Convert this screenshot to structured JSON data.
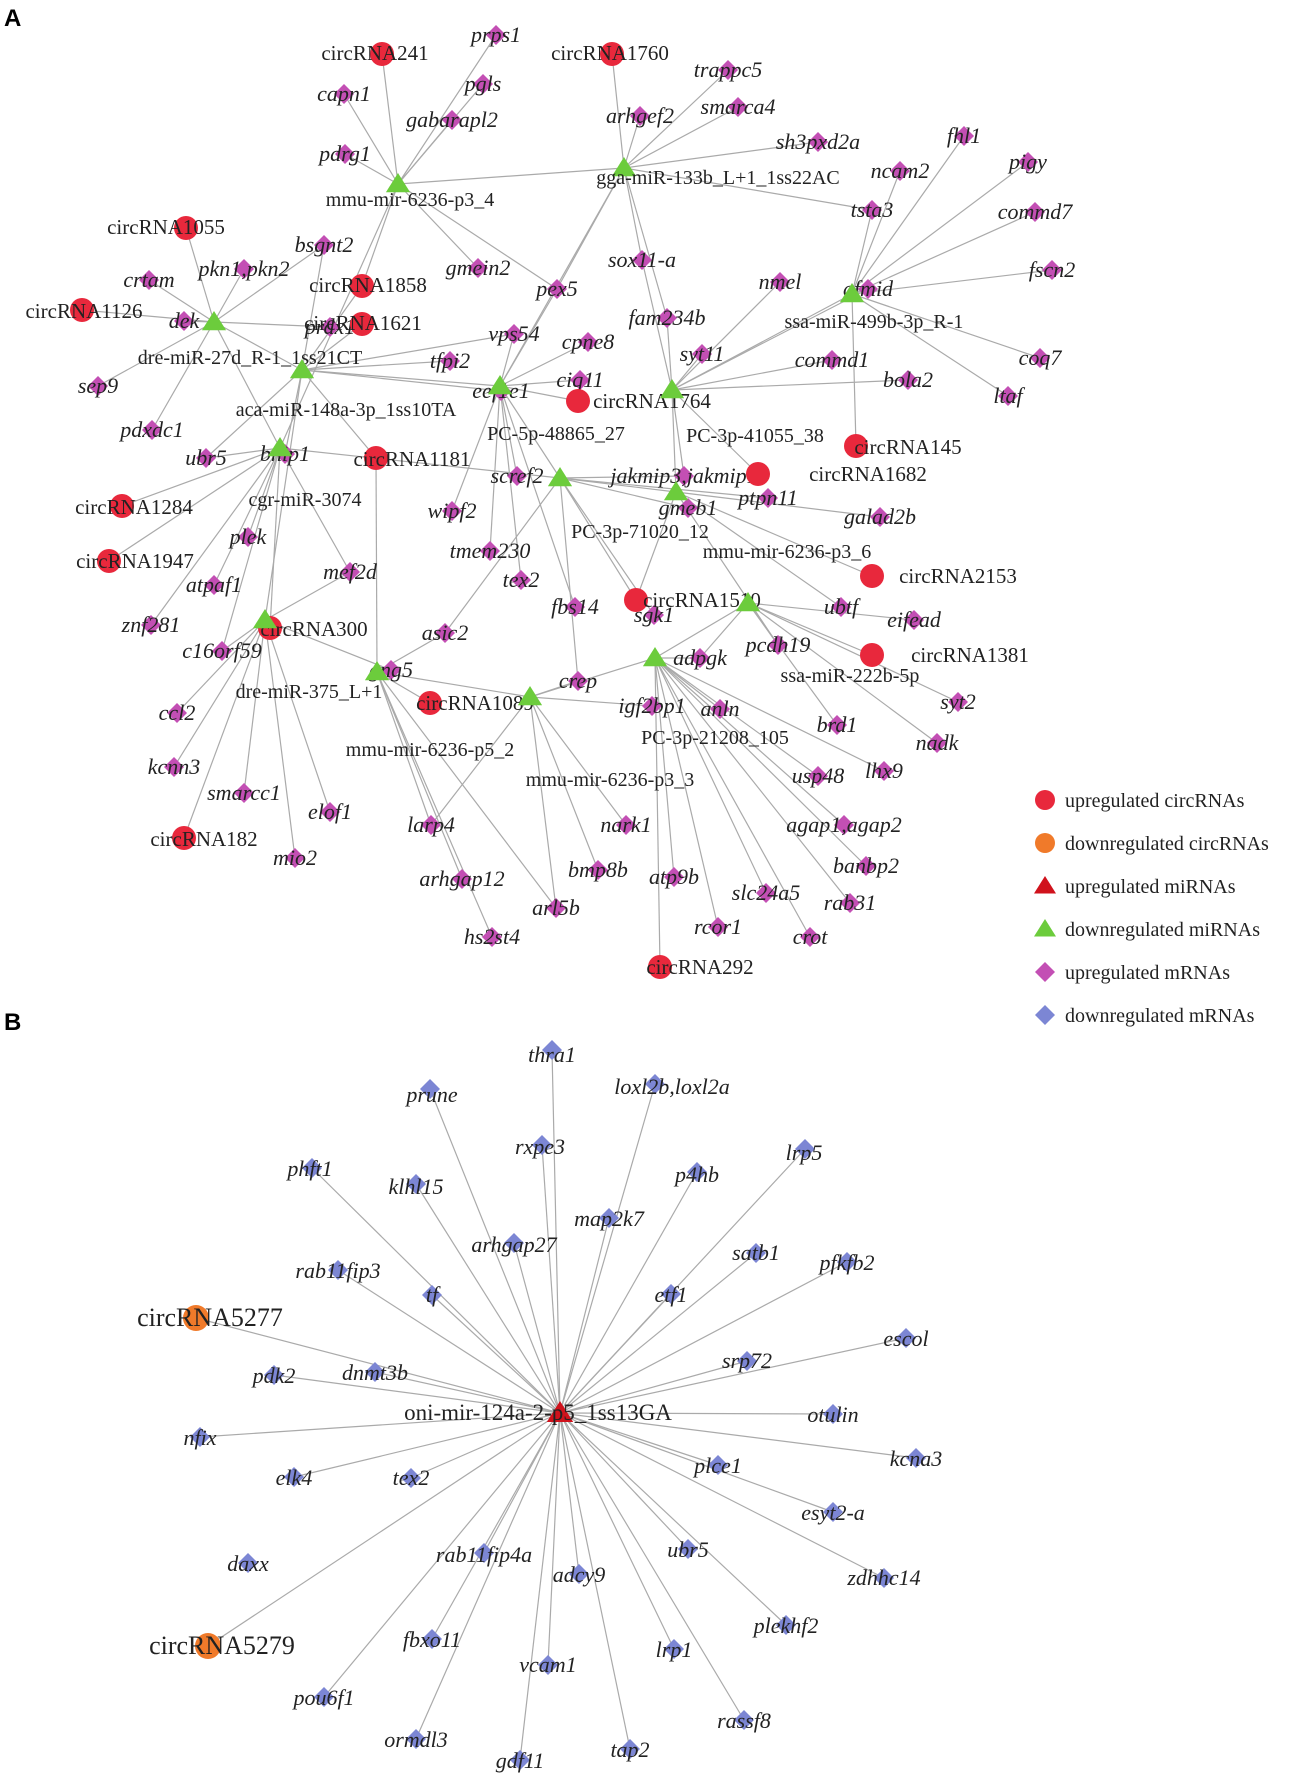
{
  "panels": [
    "A",
    "B"
  ],
  "colors": {
    "up_circ": "#e8283c",
    "down_circ": "#f07a2a",
    "up_mir": "#d0121c",
    "down_mir": "#6ccc3c",
    "up_mrna": "#c34fb4",
    "down_mrna": "#7c86d4",
    "edge": "#aaaaaa"
  },
  "legend": [
    {
      "label": "upregulated circRNAs",
      "shape": "circle",
      "color": "up_circ"
    },
    {
      "label": "downregulated circRNAs",
      "shape": "circle",
      "color": "down_circ"
    },
    {
      "label": "upregulated miRNAs",
      "shape": "triangle",
      "color": "up_mir"
    },
    {
      "label": "downregulated miRNAs",
      "shape": "triangle",
      "color": "down_mir"
    },
    {
      "label": "upregulated mRNAs",
      "shape": "diamond",
      "color": "up_mrna"
    },
    {
      "label": "downregulated mRNAs",
      "shape": "diamond",
      "color": "down_mrna"
    }
  ],
  "panel_a": {
    "mirnas": [
      "mmu-mir-6236-p3_4",
      "gga-miR-133b_L+1_1ss22AC",
      "ssa-miR-499b-3p_R-1",
      "dre-miR-27d_R-1_1ss21CT",
      "aca-miR-148a-3p_1ss10TA",
      "cgr-miR-3074",
      "PC-5p-48865_27",
      "PC-3p-41055_38",
      "PC-3p-71020_12",
      "mmu-mir-6236-p3_6",
      "dre-miR-375_L+1",
      "mmu-mir-6236-p5_2",
      "mmu-mir-6236-p3_3",
      "PC-3p-21208_105",
      "ssa-miR-222b-5p"
    ],
    "circrnas": [
      "circRNA241",
      "circRNA1760",
      "circRNA1055",
      "circRNA1858",
      "circRNA1126",
      "circRNA1621",
      "circRNA1764",
      "circRNA145",
      "circRNA1181",
      "circRNA1682",
      "circRNA1284",
      "circRNA1947",
      "circRNA2153",
      "circRNA1510",
      "circRNA300",
      "circRNA1381",
      "circRNA1089",
      "circRNA182",
      "circRNA292"
    ],
    "genes": [
      "prps1",
      "capn1",
      "pgls",
      "gabarapl2",
      "pdrg1",
      "trappc5",
      "arhgef2",
      "smarca4",
      "sh3pxd2a",
      "fhl1",
      "ncam2",
      "pigy",
      "tsta3",
      "commd7",
      "fscn2",
      "bsgnt2",
      "crtam",
      "pkn1,pkn2",
      "gmein2",
      "sox11-a",
      "pex5",
      "dek",
      "nmel",
      "afmid",
      "prdx1",
      "vps54",
      "fam234b",
      "coq7",
      "sep9",
      "tfpi2",
      "cpne8",
      "syt11",
      "commd1",
      "ltaf",
      "eef1e1",
      "ciq11",
      "bola2",
      "pdxdc1",
      "ubr5",
      "bnip1",
      "scref2",
      "jakmip3,jakmip1",
      "wipf2",
      "gmeb1",
      "ptpn11",
      "plek",
      "galad2b",
      "mef2d",
      "tmem230",
      "atpaf1",
      "tex2",
      "fbs14",
      "sgk1",
      "ubtf",
      "znf281",
      "c16orf59",
      "eifead",
      "asic2",
      "gng5",
      "pcdh19",
      "adpgk",
      "crep",
      "igf2bp1",
      "anln",
      "brd1",
      "syt2",
      "ccl2",
      "nadk",
      "kcnn3",
      "lhx9",
      "usp48",
      "smarcc1",
      "elof1",
      "larp4",
      "nark1",
      "agap1,agap2",
      "bmp8b",
      "mio2",
      "arhgap12",
      "atp9b",
      "banbp2",
      "arl5b",
      "slc24a5",
      "rab31",
      "hs2st4",
      "rcor1",
      "crot"
    ]
  },
  "panel_b": {
    "hub": "oni-mir-124a-2-p5_1ss13GA",
    "circrnas": [
      "circRNA5277",
      "circRNA5279"
    ],
    "genes": [
      "thra1",
      "prune",
      "loxl2b,loxl2a",
      "rxpe3",
      "lrp5",
      "phft1",
      "klhl15",
      "p4hb",
      "map2k7",
      "arhgap27",
      "satb1",
      "pfkfb2",
      "rab11fip3",
      "tf",
      "etf1",
      "srp72",
      "escol",
      "pdk2",
      "dnmt3b",
      "otulin",
      "nfix",
      "kcna3",
      "elk4",
      "tex2",
      "plce1",
      "esyt2-a",
      "daxx",
      "rab11fip4a",
      "adcy9",
      "ubr5",
      "zdhhc14",
      "plekhf2",
      "fbxo11",
      "vcam1",
      "lrp1",
      "pou6f1",
      "rassf8",
      "ormdl3",
      "gdf11",
      "tap2"
    ]
  }
}
